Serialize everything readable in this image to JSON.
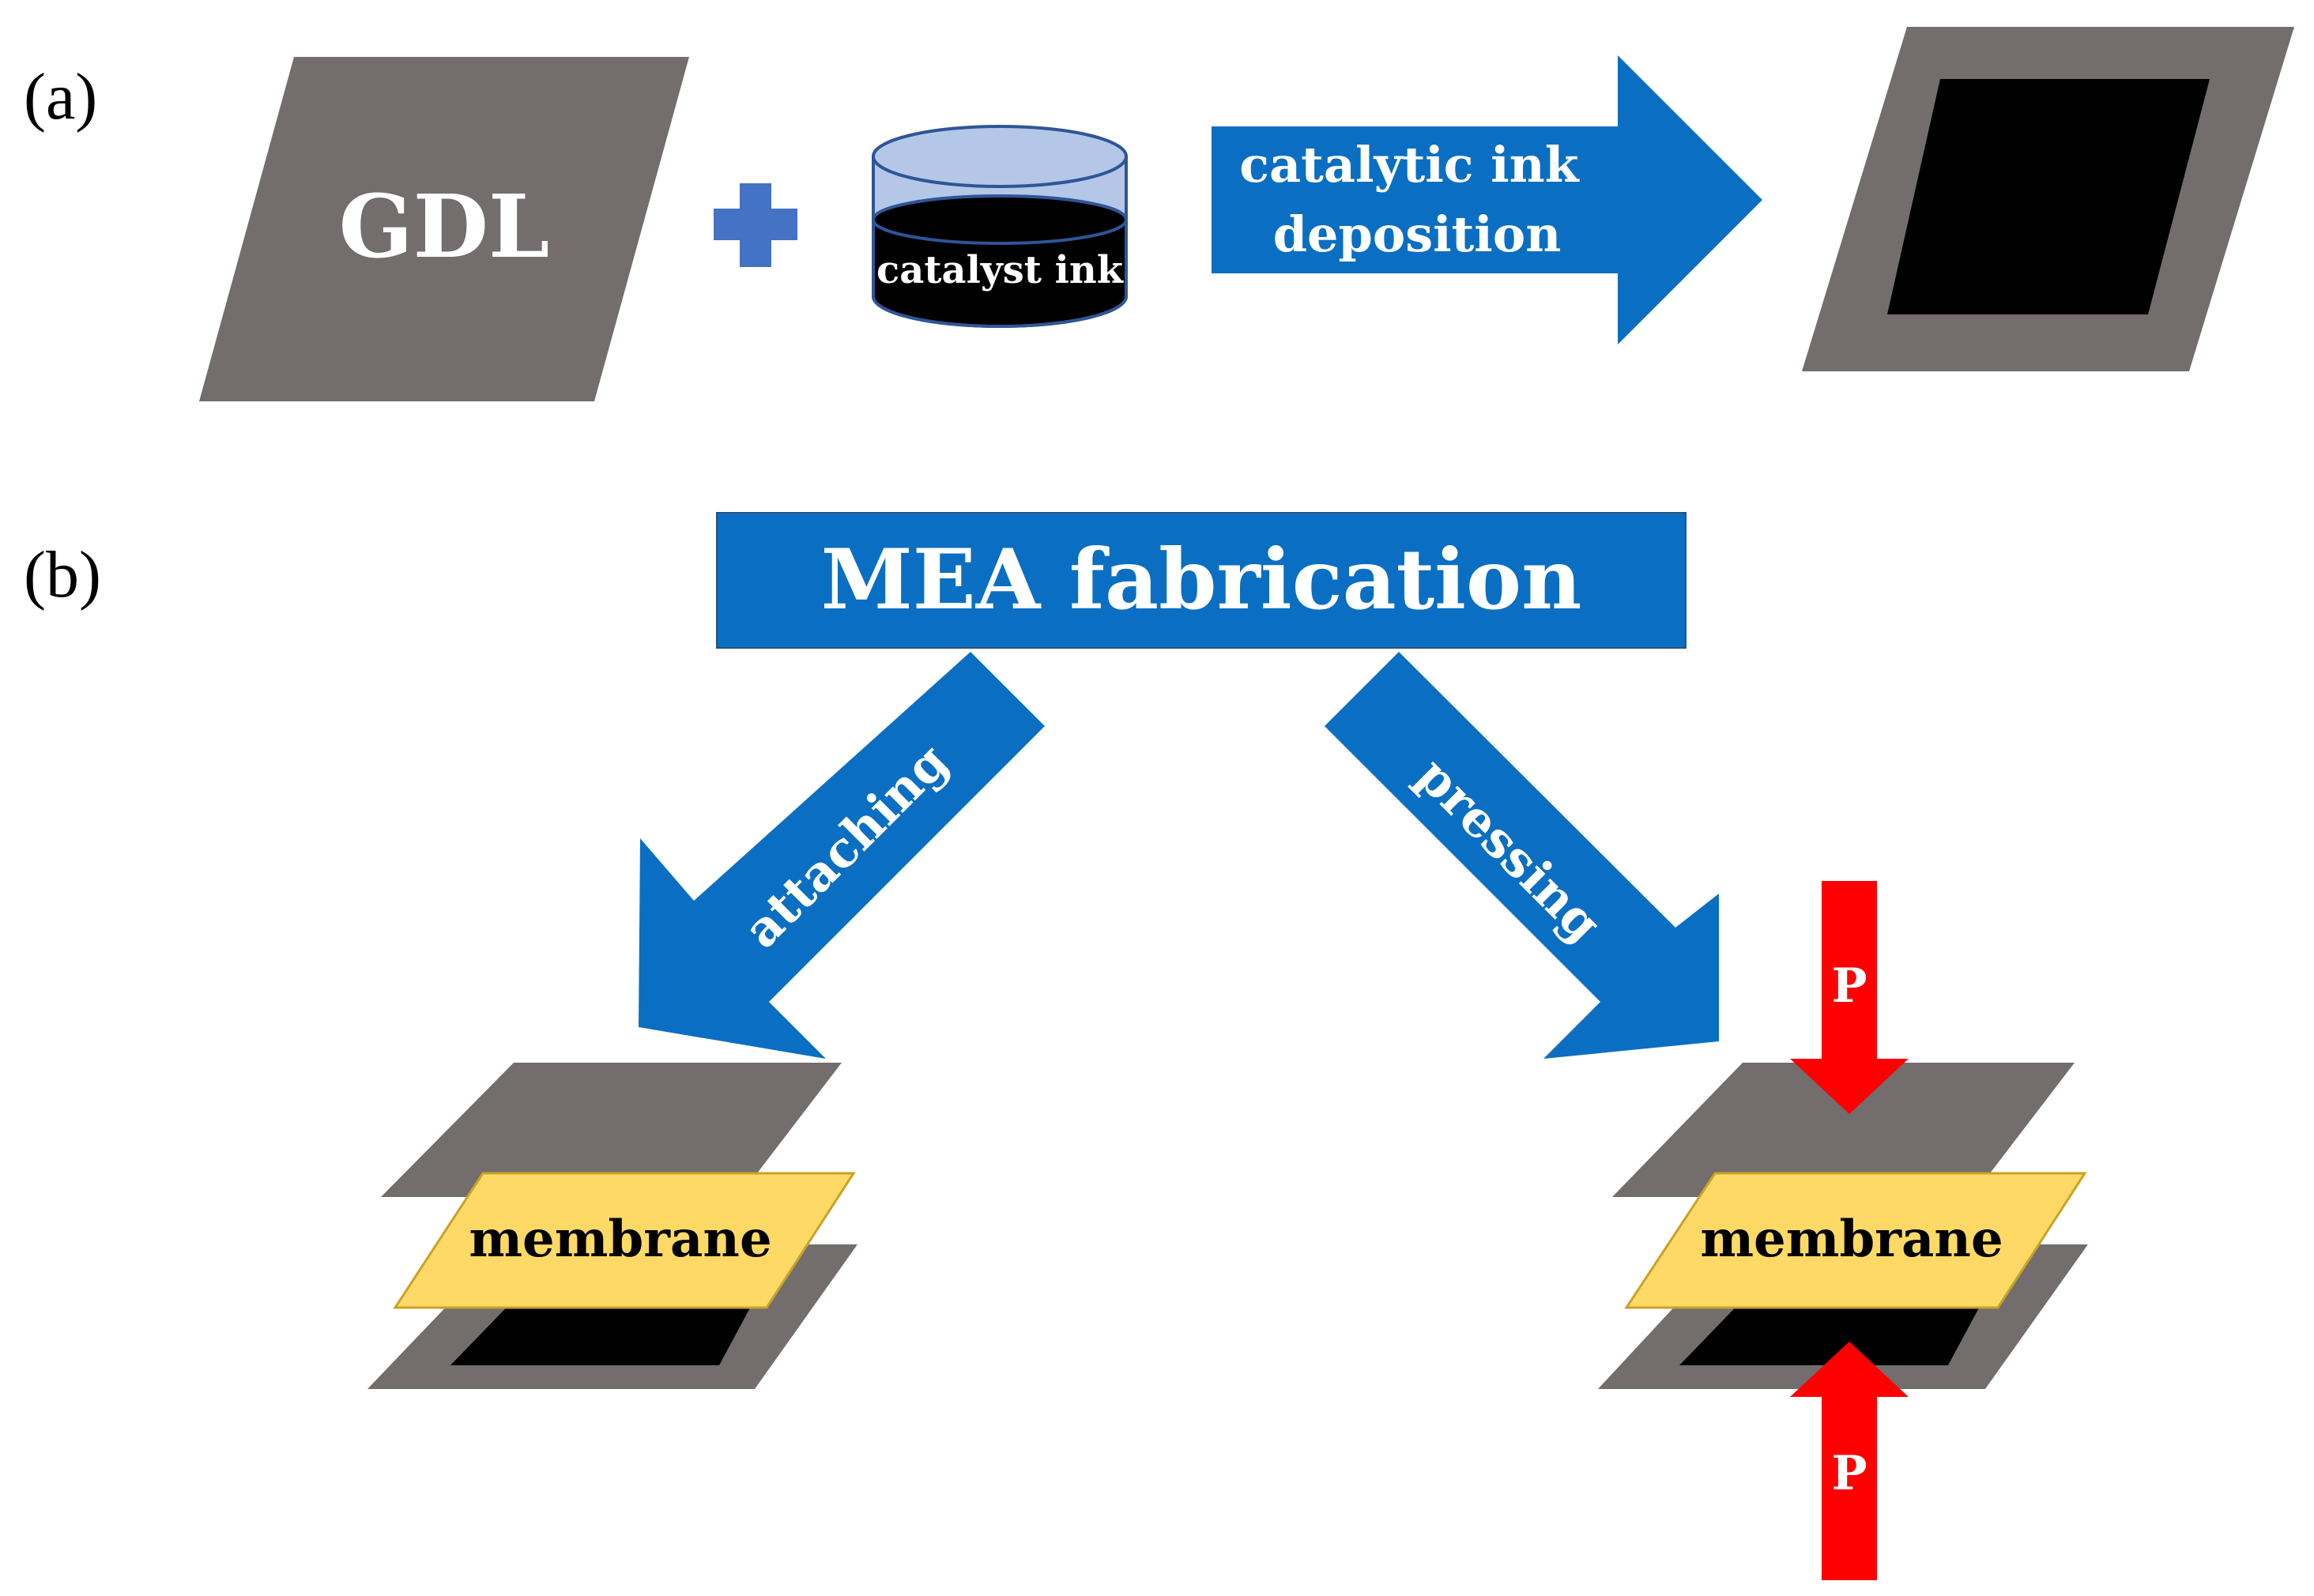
{
  "panel_a": {
    "label": "(a)",
    "gdl_label": "GDL",
    "ink_label": "catalyst ink",
    "arrow_line1": "catalytic ink",
    "arrow_line2": "deposition"
  },
  "panel_b": {
    "label": "(b)",
    "title": "MEA fabrication",
    "left_arrow_label": "attaching",
    "right_arrow_label": "pressing",
    "left_membrane": "membrane",
    "right_membrane": "membrane",
    "pressure_top": "P",
    "pressure_bottom": "P"
  },
  "colors": {
    "gdl_gray": "#736d6e",
    "blue": "#0a6fc2",
    "plus_blue": "#4472c4",
    "ink_light": "#b4c7e7",
    "membrane_yellow": "#ffd966",
    "red": "#ff0000",
    "black": "#000000"
  }
}
